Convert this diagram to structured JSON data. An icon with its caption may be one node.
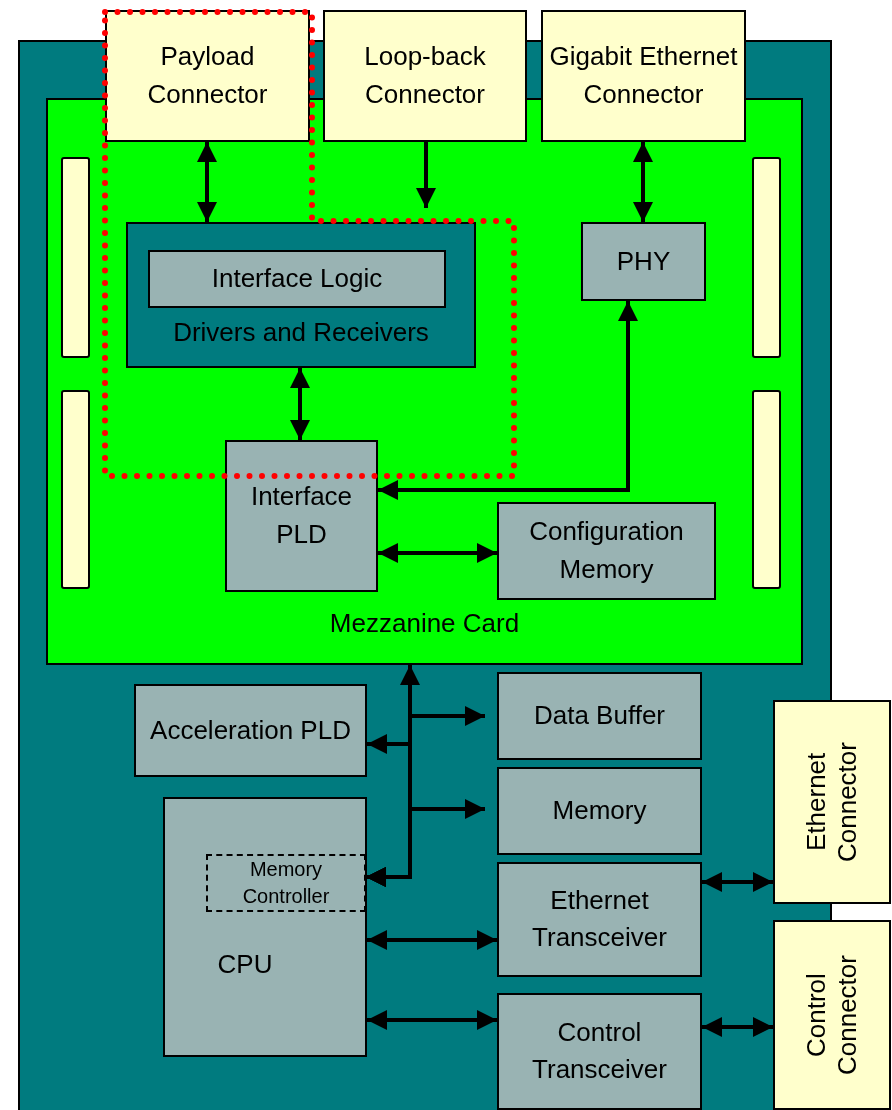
{
  "diagram": {
    "nodes": [
      {
        "text": [],
        "shape": "box"
      },
      {
        "text": [
          "Mezzanine Card"
        ],
        "in": 0
      },
      {
        "text": [
          "Payload Connector"
        ]
      },
      {
        "text": [
          "Loop-back Connector"
        ]
      },
      {
        "text": [
          "Gigabit Ethernet Connector"
        ]
      },
      {
        "text": [
          "Drivers and Receivers"
        ],
        "in": 1
      },
      {
        "text": [
          "Interface Logic"
        ],
        "in": 5
      },
      {
        "text": [
          "PHY"
        ],
        "in": 1
      },
      {
        "text": [
          "Interface PLD"
        ],
        "in": 1
      },
      {
        "text": [
          "Configuration Memory"
        ],
        "in": 1
      },
      {
        "text": [],
        "shape": "bar",
        "in": 1
      },
      {
        "text": [],
        "shape": "bar",
        "in": 1
      },
      {
        "text": [],
        "shape": "bar",
        "in": 1
      },
      {
        "text": [],
        "shape": "bar",
        "in": 1
      },
      {
        "text": [
          "Acceleration PLD"
        ],
        "in": 0
      },
      {
        "text": [
          "CPU"
        ],
        "in": 0
      },
      {
        "text": [
          "Memory Controller"
        ],
        "in": 15
      },
      {
        "text": [
          "Data Buffer"
        ],
        "in": 0
      },
      {
        "text": [
          "Memory"
        ],
        "in": 0
      },
      {
        "text": [
          "Ethernet Transceiver"
        ],
        "in": 0
      },
      {
        "text": [
          "Control Transceiver"
        ],
        "in": 0
      },
      {
        "text": [
          "Ethernet Connector"
        ]
      },
      {
        "text": [
          "Control Connector"
        ]
      }
    ],
    "edges": [
      {
        "from": 2,
        "to": 5,
        "arrow": "both"
      },
      {
        "from": 3,
        "to": 5,
        "arrow": "to"
      },
      {
        "from": 4,
        "to": 7,
        "arrow": "both"
      },
      {
        "from": 5,
        "to": 8,
        "arrow": "both"
      },
      {
        "from": 7,
        "to": 8,
        "arrow": "both"
      },
      {
        "from": 8,
        "to": 9,
        "arrow": "both"
      },
      {
        "from": 16,
        "to": 1,
        "arrow": "both"
      },
      {
        "from": 16,
        "to": 17,
        "arrow": "both"
      },
      {
        "from": 16,
        "to": 14,
        "arrow": "both"
      },
      {
        "from": 16,
        "to": 18,
        "arrow": "both"
      },
      {
        "from": 15,
        "to": 19,
        "arrow": "both"
      },
      {
        "from": 15,
        "to": 20,
        "arrow": "both"
      },
      {
        "from": 19,
        "to": 21,
        "arrow": "both"
      },
      {
        "from": 20,
        "to": 22,
        "arrow": "both"
      }
    ]
  }
}
